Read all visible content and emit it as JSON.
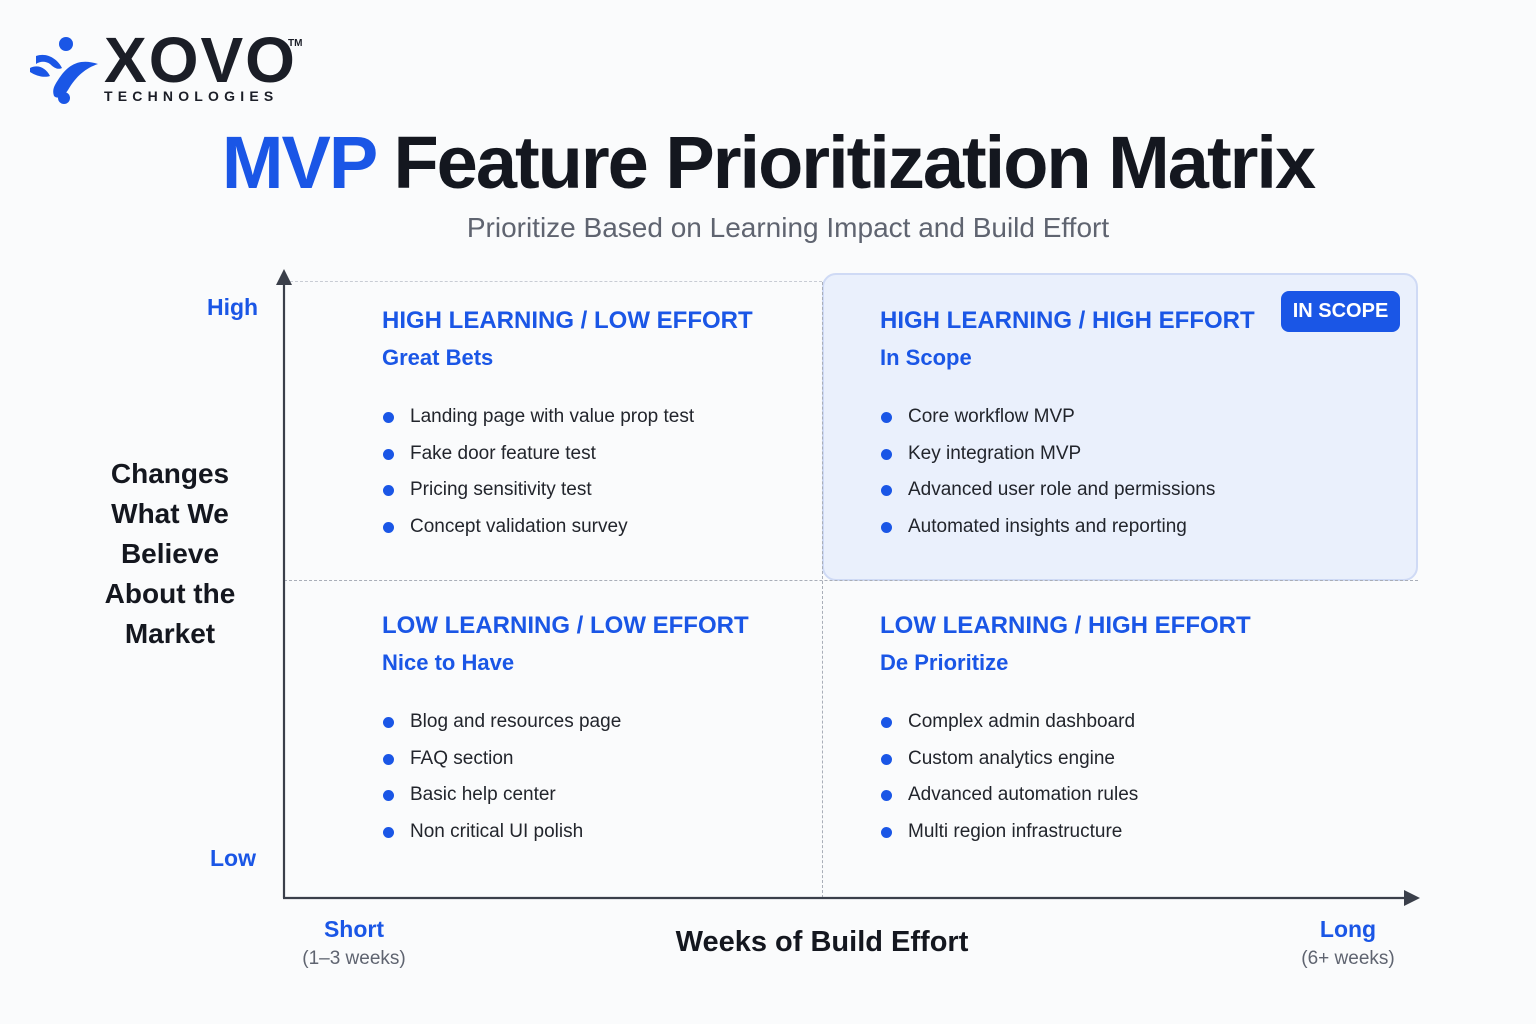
{
  "brand": {
    "wordmark": "XOVO",
    "trademark": "TM",
    "tagline": "TECHNOLOGIES",
    "accent_color": "#1a56e6",
    "logo_icon": "people-connect-icon"
  },
  "header": {
    "title_accent": "MVP",
    "title_rest": "Feature Prioritization Matrix",
    "subtitle": "Prioritize Based on Learning Impact and Build Effort"
  },
  "axes": {
    "y": {
      "title": "Changes What We Believe About the Market",
      "high_label": "High",
      "low_label": "Low"
    },
    "x": {
      "title": "Weeks of Build Effort",
      "short_label": "Short",
      "short_range": "(1–3 weeks)",
      "long_label": "Long",
      "long_range": "(6+ weeks)"
    }
  },
  "quadrants": [
    {
      "heading": "HIGH LEARNING / LOW EFFORT",
      "subheading": "Great Bets",
      "items": [
        "Landing page with value prop test",
        "Fake door feature test",
        "Pricing sensitivity test",
        "Concept validation survey"
      ]
    },
    {
      "heading": "HIGH LEARNING / HIGH EFFORT",
      "subheading": "In Scope",
      "badge": "IN SCOPE",
      "highlight_color": "#eaf0fc",
      "items": [
        "Core workflow MVP",
        "Key integration MVP",
        "Advanced user role and permissions",
        "Automated insights and reporting"
      ]
    },
    {
      "heading": "LOW LEARNING / LOW EFFORT",
      "subheading": "Nice to Have",
      "items": [
        "Blog and resources page",
        "FAQ section",
        "Basic help center",
        "Non critical UI polish"
      ]
    },
    {
      "heading": "LOW LEARNING / HIGH EFFORT",
      "subheading": "De Prioritize",
      "items": [
        "Complex admin dashboard",
        "Custom analytics engine",
        "Advanced automation rules",
        "Multi region infrastructure"
      ]
    }
  ]
}
